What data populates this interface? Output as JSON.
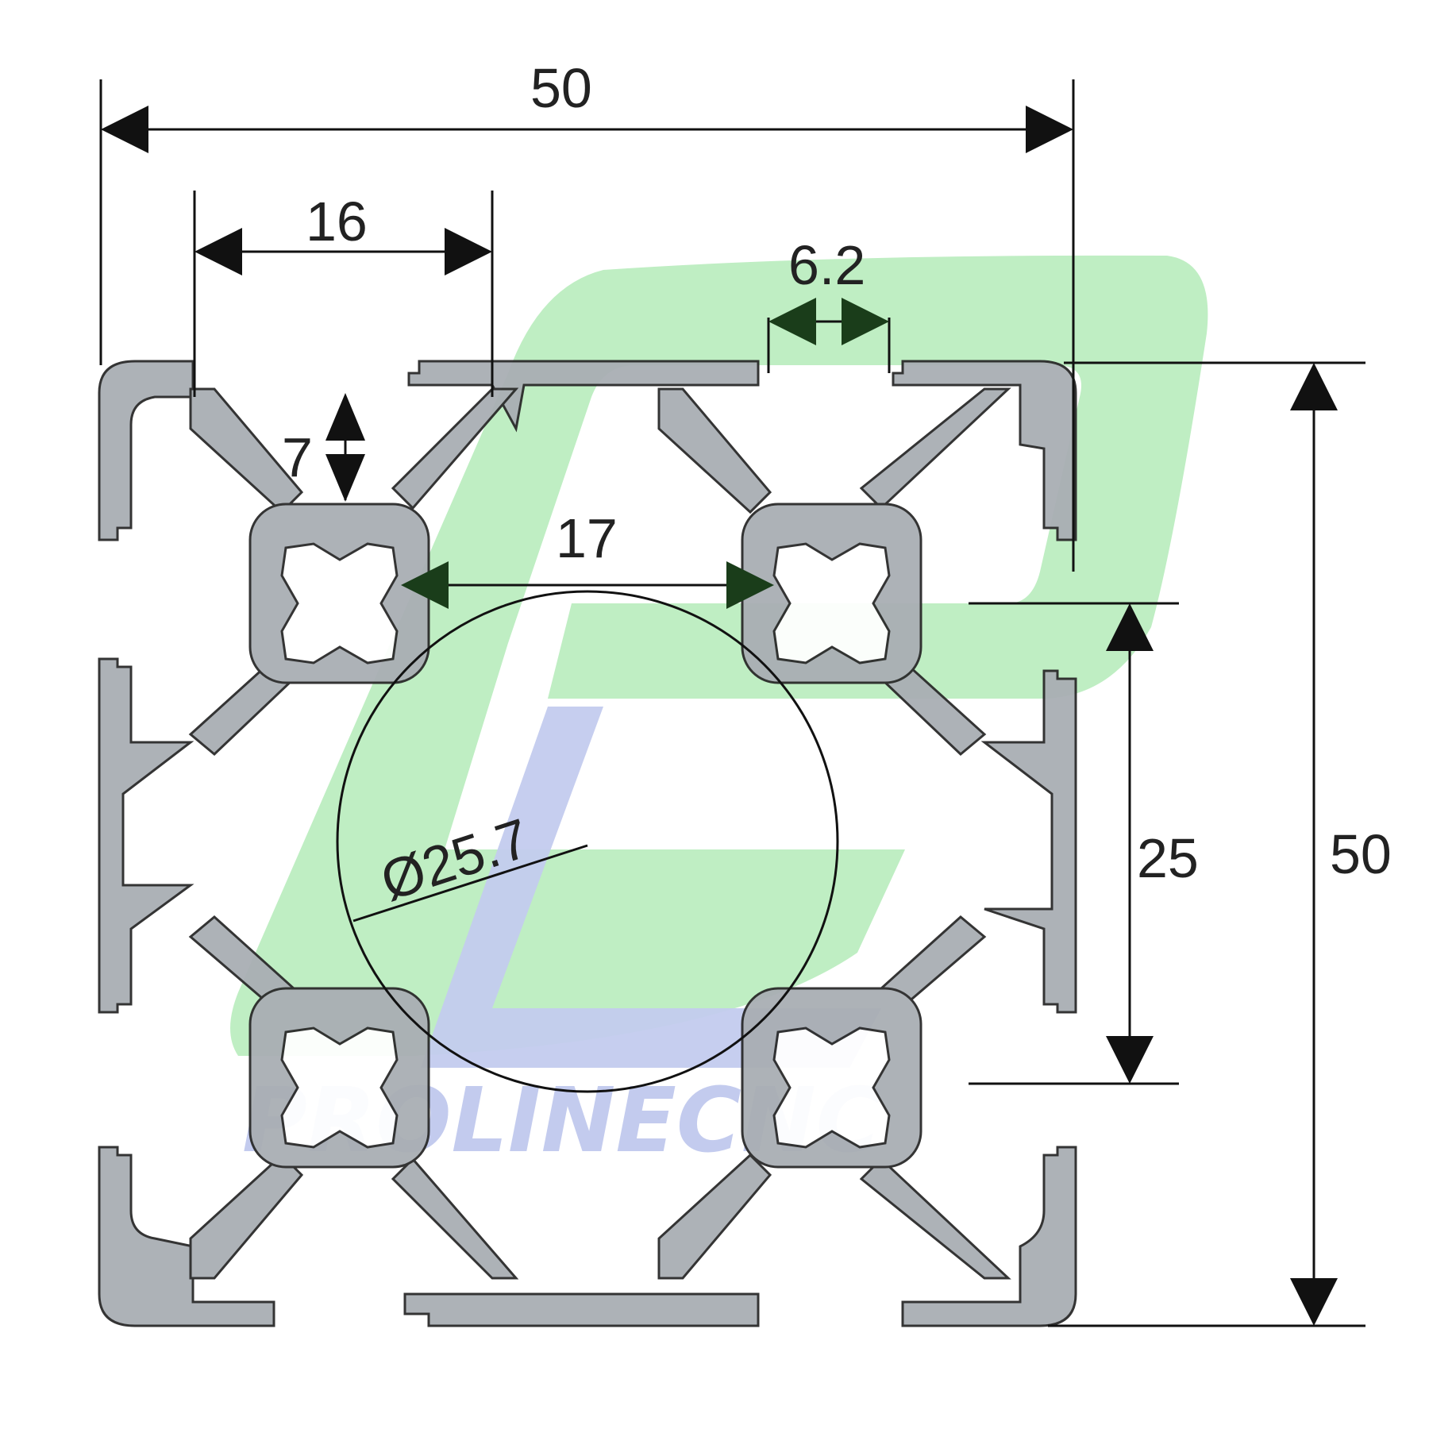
{
  "drawing": {
    "dimensions": {
      "overall_width": "50",
      "slot_pitch_width": "16",
      "slot_opening": "6.2",
      "slot_depth": "7",
      "core_spacing": "17",
      "center_bore": "Ø25.7",
      "slot_center_distance": "25",
      "overall_height": "50"
    },
    "watermark": {
      "text": "PROLINECNC",
      "green": "#bfeec3",
      "blue": "#c3cbee"
    },
    "colors": {
      "profile_fill": "#a9aeb4",
      "profile_stroke": "#2a2a2a",
      "dimension": "#111111",
      "arrow_over_watermark": "#1a3d1a"
    }
  }
}
